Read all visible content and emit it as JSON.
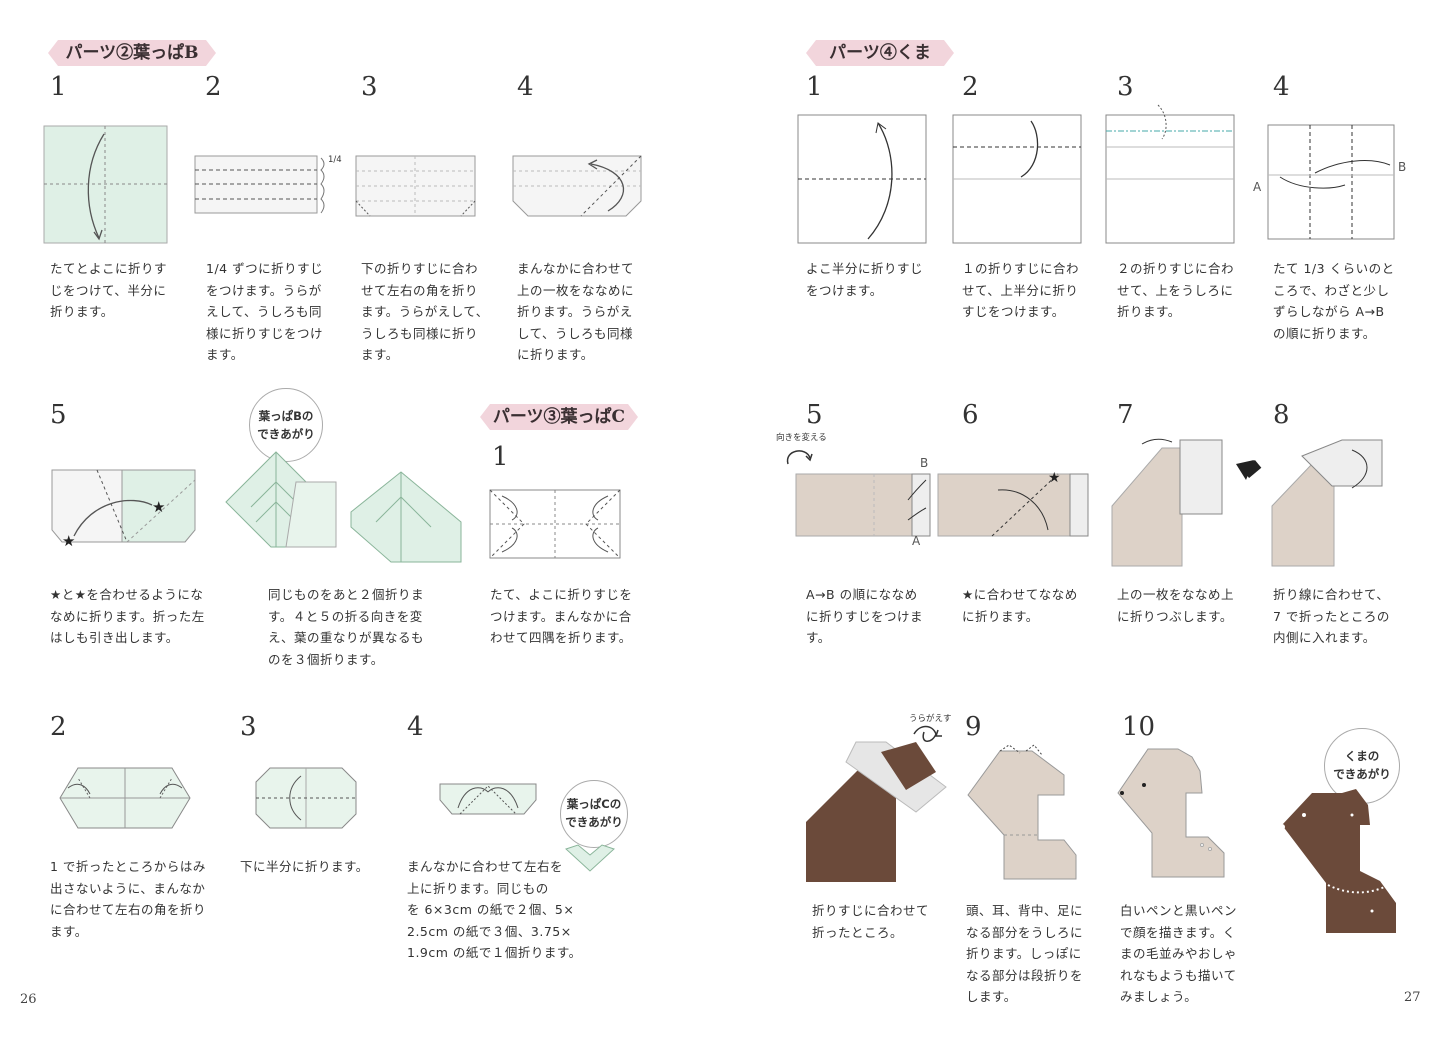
{
  "left_page": {
    "number": "26",
    "section_b": {
      "tag": "パーツ②葉っぱB",
      "steps": [
        {
          "n": "1",
          "text": "たてとよこに折りす\nじをつけて、半分に\n折ります。"
        },
        {
          "n": "2",
          "text": "1/4 ずつに折りすじ\nをつけます。うらが\nえして、うしろも同\n様に折りすじをつけ\nます。"
        },
        {
          "n": "3",
          "text": "下の折りすじに合わ\nせて左右の角を折り\nます。うらがえして、\nうしろも同様に折り\nます。"
        },
        {
          "n": "4",
          "text": "まんなかに合わせて\n上の一枚をななめに\n折ります。うらがえ\nして、うしろも同様\nに折ります。"
        },
        {
          "n": "5",
          "text": "★と★を合わせるようにな\nなめに折ります。折った左\nはしも引き出します。"
        }
      ],
      "finished_bubble": "葉っぱBの\nできあがり",
      "finished_text": "同じものをあと２個折りま\nす。４と５の折る向きを変\nえ、葉の重なりが異なるも\nのを３個折ります。",
      "quarter_mark": "1/4"
    },
    "section_c": {
      "tag": "パーツ③葉っぱC",
      "steps": [
        {
          "n": "1",
          "text": "たて、よこに折りすじを\nつけます。まんなかに合\nわせて四隅を折ります。"
        },
        {
          "n": "2",
          "text": "1 で折ったところからはみ\n出さないように、まんなか\nに合わせて左右の角を折り\nます。"
        },
        {
          "n": "3",
          "text": "下に半分に折ります。"
        },
        {
          "n": "4",
          "text": "まんなかに合わせて左右を\n上に折ります。同じもの\nを 6×3cm の紙で２個、5×\n2.5cm の紙で３個、3.75×\n1.9cm の紙で１個折ります。"
        }
      ],
      "finished_bubble": "葉っぱCの\nできあがり"
    }
  },
  "right_page": {
    "number": "27",
    "section_bear": {
      "tag": "パーツ④くま",
      "steps": [
        {
          "n": "1",
          "text": "よこ半分に折りすじ\nをつけます。"
        },
        {
          "n": "2",
          "text": "１の折りすじに合わ\nせて、上半分に折り\nすじをつけます。"
        },
        {
          "n": "3",
          "text": "２の折りすじに合わ\nせて、上をうしろに\n折ります。"
        },
        {
          "n": "4",
          "text": "たて 1/3 くらいのと\nころで、わざと少し\nずらしながら A→B\nの順に折ります。"
        },
        {
          "n": "5",
          "text": "A→B の順にななめ\nに折りすじをつけま\nす。"
        },
        {
          "n": "6",
          "text": "★に合わせてななめ\nに折ります。"
        },
        {
          "n": "7",
          "text": "上の一枚をななめ上\nに折りつぶします。"
        },
        {
          "n": "8",
          "text": "折り線に合わせて、\n7 で折ったところの\n内側に入れます。"
        },
        {
          "n": "",
          "text": "折りすじに合わせて\n折ったところ。"
        },
        {
          "n": "9",
          "text": "頭、耳、背中、足に\nなる部分をうしろに\n折ります。しっぽに\nなる部分は段折りを\nします。"
        },
        {
          "n": "10",
          "text": "白いペンと黒いペン\nで顔を描きます。く\nまの毛並みやおしゃ\nれなもようも描いて\nみましょう。"
        }
      ],
      "finished_bubble": "くまの\nできあがり",
      "turn_label": "向きを変える",
      "flip_label": "うらがえす",
      "label_a": "A",
      "label_b": "B"
    }
  },
  "colors": {
    "tag_bg": "#f2d5dc",
    "mint": "#dff0e6",
    "beige": "#ddd2c8",
    "brown": "#6b4a3a"
  }
}
